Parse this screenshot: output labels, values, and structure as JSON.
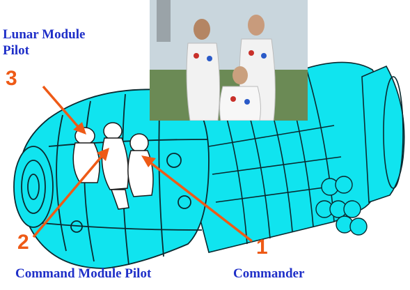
{
  "labels": {
    "lunar_module_pilot": "Lunar Module\nPilot",
    "command_module_pilot": "Command Module Pilot",
    "commander": "Commander"
  },
  "numbers": {
    "one": "1",
    "two": "2",
    "three": "3"
  },
  "colors": {
    "spacecraft_fill": "#10e4ef",
    "line": "#0a2a30",
    "label_text": "#1f2fc8",
    "callout": "#ee5a16"
  }
}
